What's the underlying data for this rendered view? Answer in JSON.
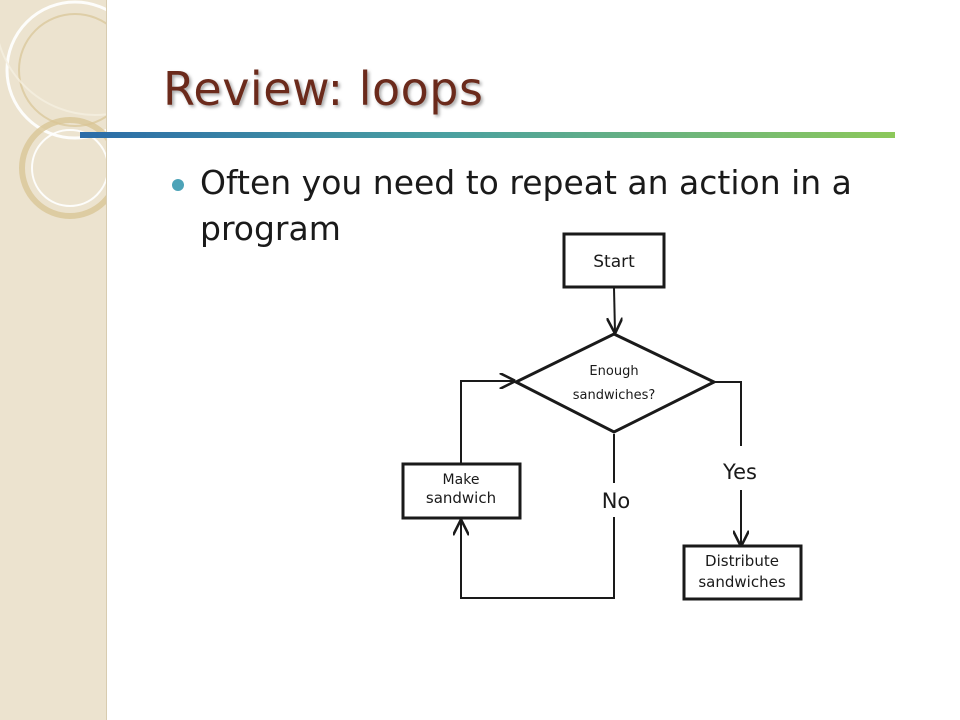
{
  "slide": {
    "title": "Review: loops",
    "bullet": "Often you need to repeat an action in a program"
  },
  "flowchart": {
    "start": "Start",
    "decision": [
      "Enough",
      "sandwiches?"
    ],
    "loop_step": [
      "Make",
      "sandwich"
    ],
    "end_step": [
      "Distribute",
      "sandwiches"
    ],
    "label_no": "No",
    "label_yes": "Yes"
  },
  "colors": {
    "title": "#6b2a1b",
    "bullet": "#4da3b8",
    "rule_start": "#2b6ca8",
    "rule_end": "#8cc85a",
    "sidebar": "#ece3cf"
  }
}
